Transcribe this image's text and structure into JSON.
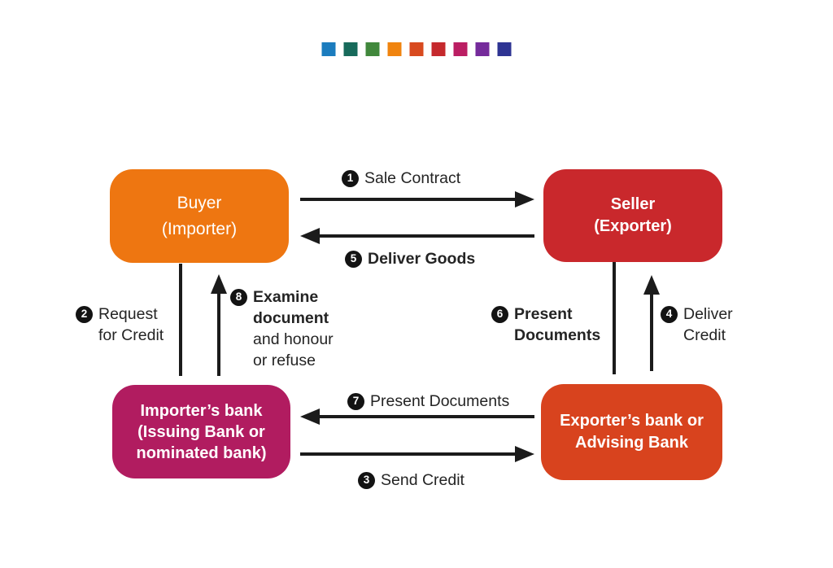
{
  "canvas": {
    "background": "#ffffff",
    "arrow_color": "#1b1b1b"
  },
  "palette": [
    {
      "name": "blue",
      "color": "#1B7CBE"
    },
    {
      "name": "teal",
      "color": "#176A5B"
    },
    {
      "name": "green",
      "color": "#41883C"
    },
    {
      "name": "orange",
      "color": "#F0840F"
    },
    {
      "name": "orange-red",
      "color": "#D84A1F"
    },
    {
      "name": "red",
      "color": "#C5292D"
    },
    {
      "name": "magenta",
      "color": "#BB1E63"
    },
    {
      "name": "purple",
      "color": "#752B9B"
    },
    {
      "name": "indigo",
      "color": "#2E3493"
    }
  ],
  "nodes": {
    "buyer": {
      "line1": "Buyer",
      "line2": "(Importer)",
      "color": "#EE7611"
    },
    "seller": {
      "line1": "Seller",
      "line2": "(Exporter)",
      "color": "#C9282C"
    },
    "importer_bank": {
      "line1": "Importer’s bank",
      "line2": "(Issuing Bank or",
      "line3": "nominated bank)",
      "color": "#B11C60"
    },
    "exporter_bank": {
      "line1": "Exporter’s bank or",
      "line2": "Advising Bank",
      "color": "#D8431E"
    }
  },
  "steps": {
    "s1": {
      "num": "1",
      "text": "Sale Contract"
    },
    "s2": {
      "num": "2",
      "line1": "Request",
      "line2": "for Credit"
    },
    "s3": {
      "num": "3",
      "text": "Send Credit"
    },
    "s4": {
      "num": "4",
      "line1": "Deliver",
      "line2": "Credit"
    },
    "s5": {
      "num": "5",
      "text": "Deliver Goods"
    },
    "s6": {
      "num": "6",
      "line1": "Present",
      "line2": "Documents"
    },
    "s7": {
      "num": "7",
      "text": "Present Documents"
    },
    "s8": {
      "num": "8",
      "line1": "Examine",
      "line2": "document",
      "line3": "and honour",
      "line4": "or refuse"
    }
  }
}
